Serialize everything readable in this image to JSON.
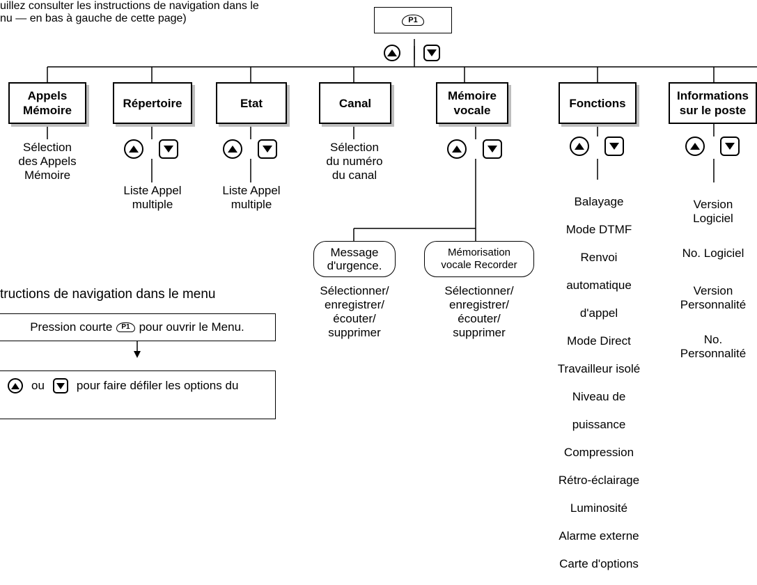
{
  "intro_note": "uillez consulter les instructions de navigation dans le\nnu — en bas à gauche de cette page)",
  "top_key_label": "P1",
  "categories": [
    {
      "title": "Appels\nMémoire",
      "detail": "Sélection\ndes Appels\nMémoire"
    },
    {
      "title": "Répertoire",
      "detail": "Liste Appel\nmultiple"
    },
    {
      "title": "Etat",
      "detail": "Liste Appel\nmultiple"
    },
    {
      "title": "Canal",
      "detail": "Sélection\ndu numéro\ndu canal"
    },
    {
      "title": "Mémoire\nvocale",
      "sub_options": [
        {
          "label": "Message\nd'urgence.",
          "detail": "Sélectionner/\nenregistrer/\nécouter/\nsupprimer"
        },
        {
          "label": "Mémorisation\nvocale Recorder",
          "detail": "Sélectionner/\nenregistrer/\nécouter/\nsupprimer"
        }
      ]
    },
    {
      "title": "Fonctions",
      "items": [
        "Balayage",
        "Mode DTMF",
        "Renvoi",
        "automatique",
        "d'appel",
        "Mode Direct",
        "Travailleur isolé",
        "Niveau de",
        "puissance",
        "Compression",
        "Rétro-éclairage",
        "Luminosité",
        "Alarme externe",
        "Carte d'options"
      ]
    },
    {
      "title": "Informations\nsur le poste",
      "items": [
        "Version\nLogiciel",
        "No. Logiciel",
        "Version\nPersonnalité",
        "No.\nPersonnalité"
      ]
    }
  ],
  "instructions": {
    "heading": "tructions de navigation dans le menu",
    "step1_prefix": "Pression courte",
    "step1_suffix": "pour ouvrir le Menu.",
    "step2_or": "ou",
    "step2_suffix": "pour faire défiler les options du"
  }
}
